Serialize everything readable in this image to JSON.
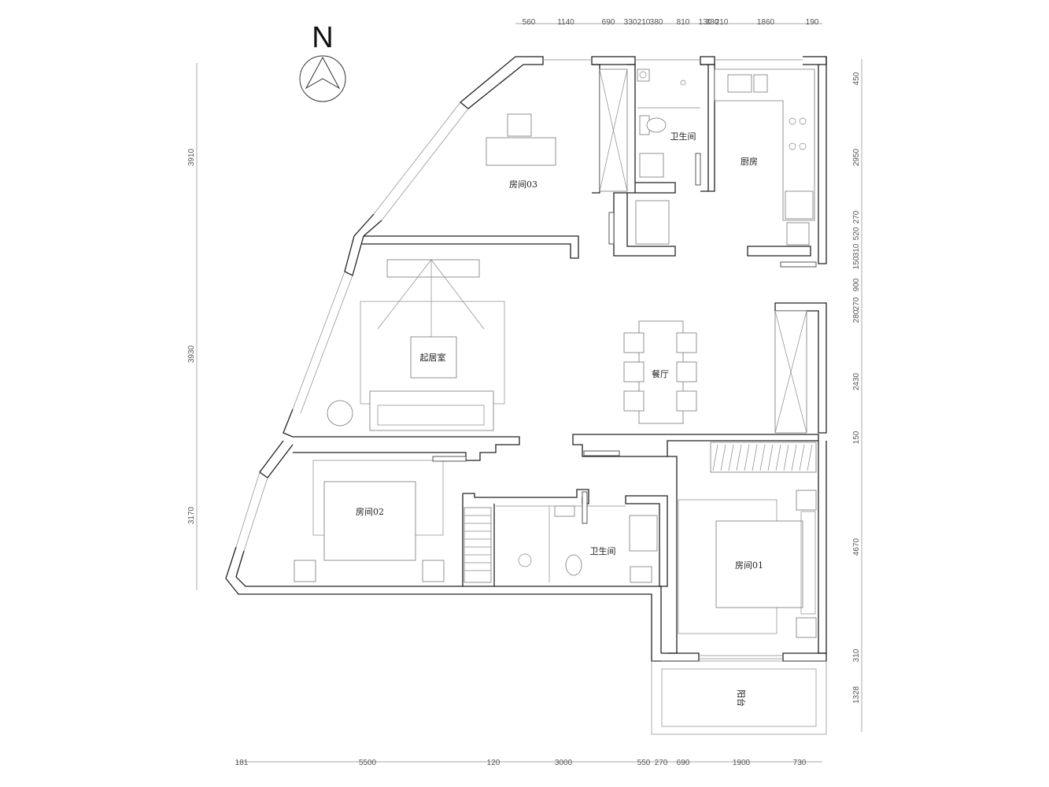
{
  "compass": {
    "label": "N"
  },
  "rooms": {
    "room03": "房间03",
    "bath_north": "卫生间",
    "kitchen": "厨房",
    "living": "起居室",
    "dining": "餐厅",
    "room02": "房间02",
    "bath_south": "卫生间",
    "room01": "房间01",
    "balcony": "阳台"
  },
  "dimensions": {
    "top": [
      "560",
      "1140",
      "690",
      "330",
      "210",
      "380",
      "810",
      "130",
      "330",
      "210",
      "1860",
      "190"
    ],
    "bottom": [
      "181",
      "5500",
      "120",
      "3000",
      "550",
      "270",
      "690",
      "1900",
      "730"
    ],
    "left": [
      "3910",
      "3930",
      "3170"
    ],
    "right": [
      "450",
      "2950",
      "270",
      "520",
      "310",
      "150",
      "900",
      "270",
      "280",
      "2430",
      "150",
      "4670",
      "310",
      "1328"
    ]
  }
}
